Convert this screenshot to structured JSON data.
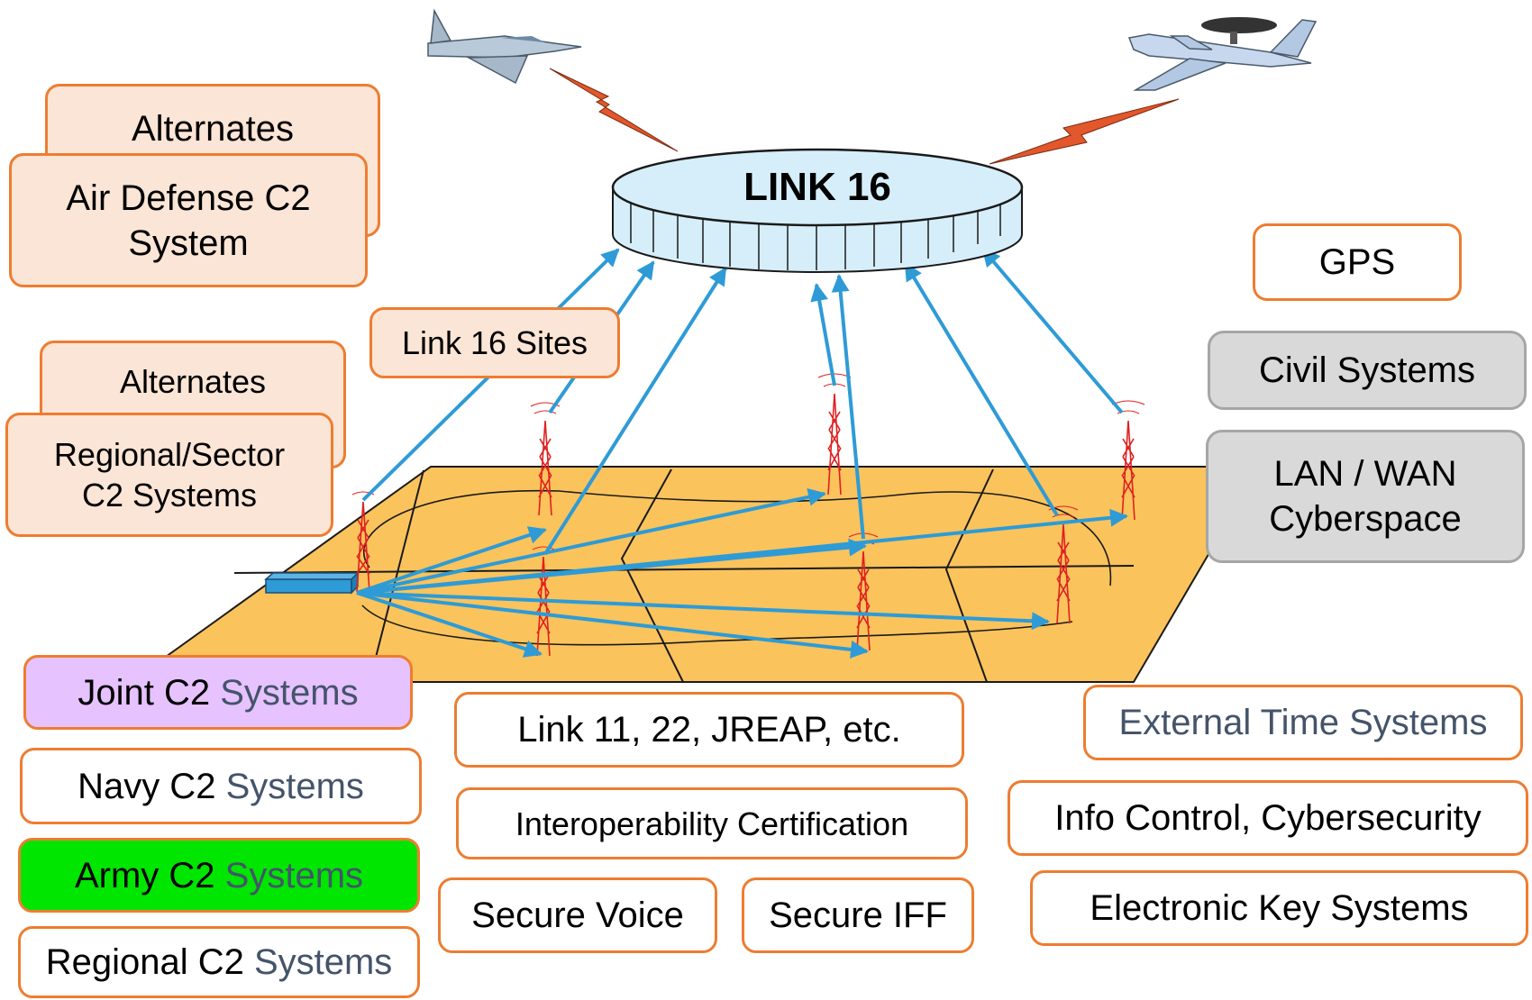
{
  "hub": {
    "title": "LINK 16"
  },
  "left_top": {
    "back_label": "Alternates",
    "front_label_line1": "Air Defense C2",
    "front_label_line2": "System"
  },
  "left_mid": {
    "back_label": "Alternates",
    "front_label_line1": "Regional/Sector",
    "front_label_line2": "C2 Systems"
  },
  "sites_label": "Link 16 Sites",
  "right": {
    "gps": "GPS",
    "civil": "Civil Systems",
    "lan_line1": "LAN / WAN",
    "lan_line2": "Cyberspace"
  },
  "c2_systems": [
    {
      "prefix": "Joint C2 ",
      "suffix": "Systems"
    },
    {
      "prefix": "Navy C2 ",
      "suffix": "Systems"
    },
    {
      "prefix": "Army C2 ",
      "suffix": "Systems"
    },
    {
      "prefix": "Regional C2 ",
      "suffix": "Systems"
    }
  ],
  "middle_bottom": {
    "links": "Link 11, 22, JREAP, etc.",
    "interop": "Interoperability Certification",
    "voice": "Secure Voice",
    "iff": "Secure IFF"
  },
  "right_bottom": {
    "time": "External Time Systems",
    "info": "Info Control, Cybersecurity",
    "key": "Electronic Key Systems"
  },
  "colors": {
    "box_border": "#ED7D31",
    "peach_fill": "#FBE5D6",
    "gray_fill": "#D9D9D9",
    "joint_fill": "#E6C2FF",
    "army_fill": "#00E600",
    "ground_fill": "#FAC35C",
    "link_arrow": "#2E9BD6",
    "lightning": "#E2572B",
    "tower": "#E02020",
    "hub_fill": "#D6EEFA"
  }
}
